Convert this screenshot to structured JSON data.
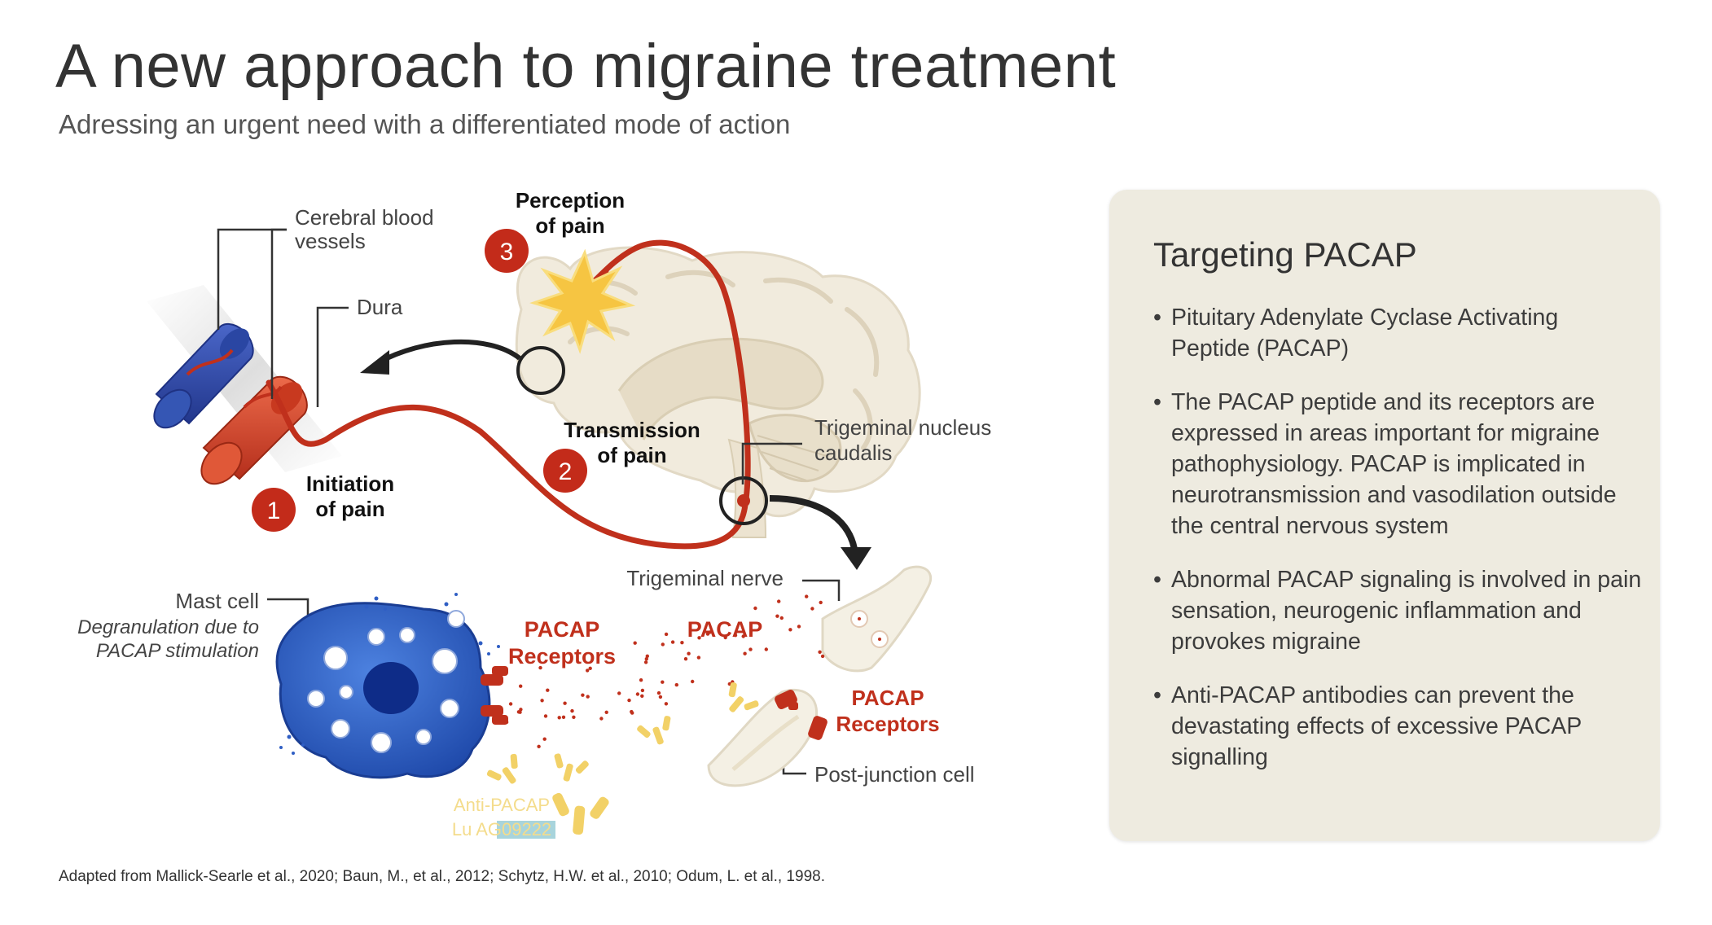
{
  "header": {
    "title": "A new approach to migraine treatment",
    "subtitle": "Adressing an urgent need with a differentiated mode of action"
  },
  "diagram": {
    "labels": {
      "cerebral_vessels_1": "Cerebral blood",
      "cerebral_vessels_2": "vessels",
      "dura": "Dura",
      "perception_1": "Perception",
      "perception_2": "of pain",
      "transmission_1": "Transmission",
      "transmission_2": "of pain",
      "initiation_1": "Initiation",
      "initiation_2": "of pain",
      "trigeminal_nucleus_1": "Trigeminal nucleus",
      "trigeminal_nucleus_2": "caudalis",
      "trigeminal_nerve": "Trigeminal nerve",
      "mast_cell": "Mast cell",
      "degranulation_1": "Degranulation due to",
      "degranulation_2": "PACAP stimulation",
      "pacap_receptors_left_1": "PACAP",
      "pacap_receptors_left_2": "Receptors",
      "pacap": "PACAP",
      "pacap_receptors_right_1": "PACAP",
      "pacap_receptors_right_2": "Receptors",
      "post_junction_cell": "Post-junction cell",
      "antibody_1": "Anti-PACAP",
      "antibody_2": "Lu AG09222"
    },
    "steps": [
      "1",
      "2",
      "3"
    ],
    "colors": {
      "pain_pathway": "#c0301c",
      "step_badge": "#c32b1a",
      "pacap_text": "#c0301c",
      "mast_cell": "#2f5ec4",
      "brain": "#f1ebdd",
      "antibody": "#f2d167",
      "vein": "#2c48a6",
      "artery": "#d8452c"
    }
  },
  "panel": {
    "title": "Targeting PACAP",
    "bullets": [
      "Pituitary Adenylate Cyclase Activating Peptide (PACAP)",
      "The PACAP peptide and its receptors are expressed in areas important for migraine pathophysiology. PACAP is implicated in neurotransmission and vasodilation outside the central nervous system",
      "Abnormal PACAP signaling is involved in pain sensation, neurogenic inflammation and provokes migraine",
      "Anti-PACAP antibodies can prevent the devastating effects of excessive PACAP signalling"
    ]
  },
  "footnote": "Adapted from Mallick-Searle et al., 2020; Baun, M., et al., 2012; Schytz, H.W. et al., 2010; Odum, L. et al., 1998."
}
